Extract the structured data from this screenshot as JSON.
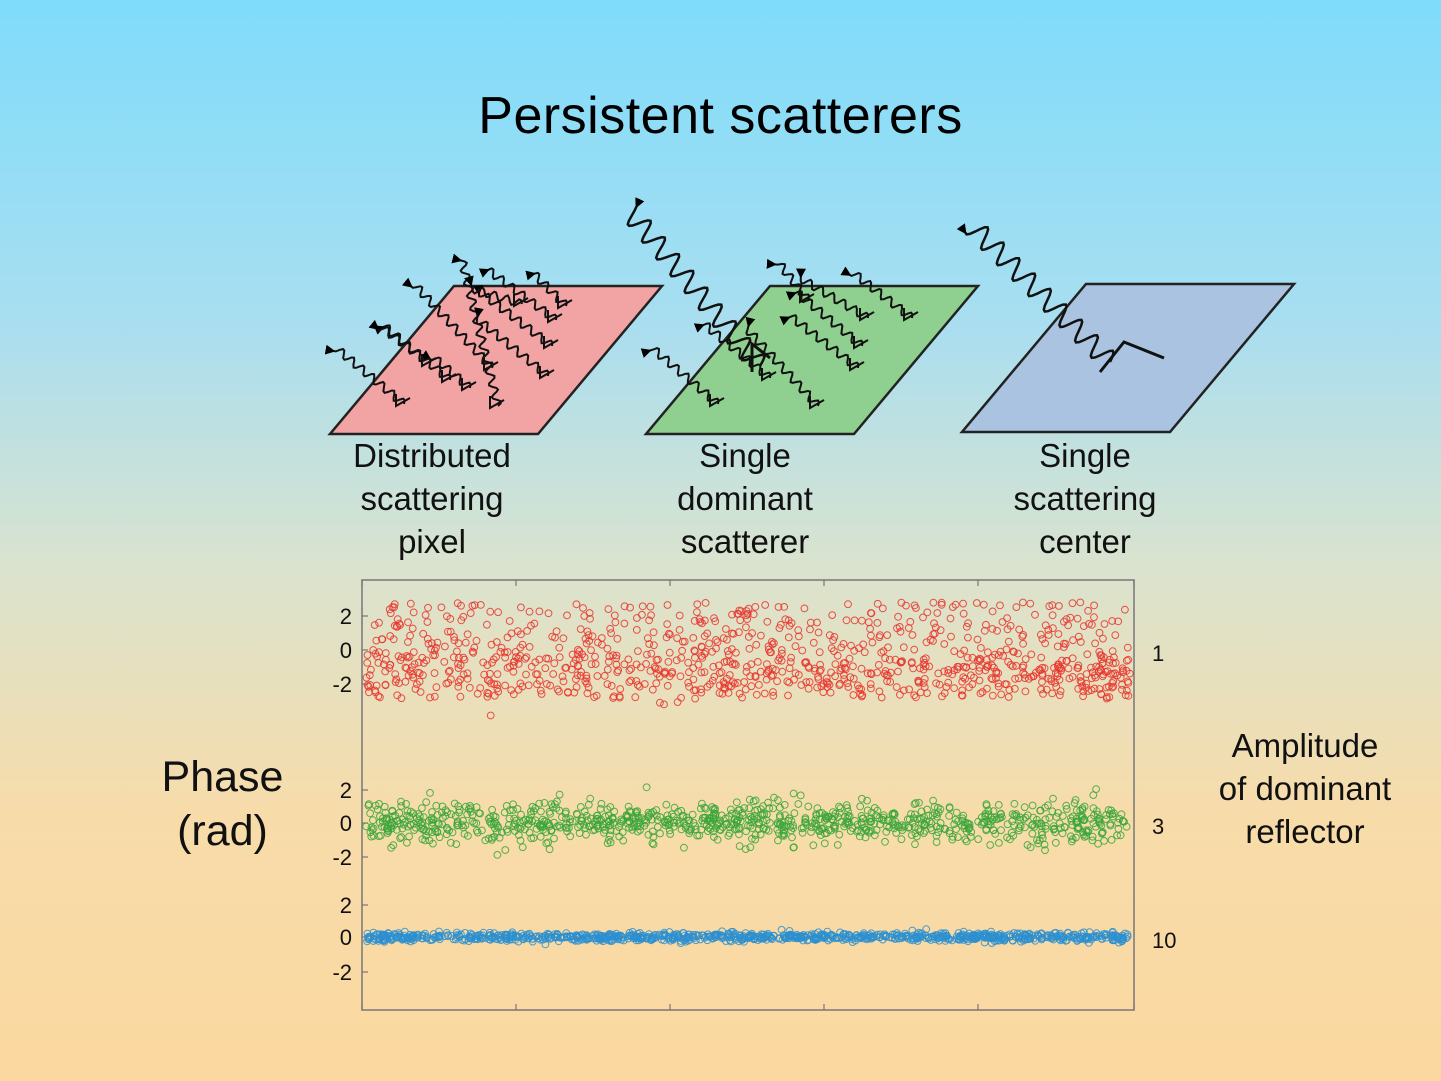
{
  "title": "Persistent scatterers",
  "panels": [
    {
      "name": "distributed",
      "fill": "#f2a3a3",
      "caption": [
        "Distributed",
        "scattering",
        "pixel"
      ]
    },
    {
      "name": "single-dominant",
      "fill": "#8fcf8f",
      "caption": [
        "Single",
        "dominant",
        "scatterer"
      ]
    },
    {
      "name": "single-center",
      "fill": "#a9c3e0",
      "caption": [
        "Single",
        "scattering",
        "center"
      ]
    }
  ],
  "phase_label": [
    "Phase",
    "(rad)"
  ],
  "amplitude_label": [
    "Amplitude",
    "of dominant",
    "reflector"
  ],
  "chart_data": {
    "type": "scatter",
    "ylabel": "Phase (rad)",
    "series": [
      {
        "amplitude": "1",
        "color": "#e8352e",
        "y_ticks": [
          "2",
          "0",
          "-2"
        ],
        "phase_spread": "uniform",
        "y_range": [
          -3.14,
          3.14
        ]
      },
      {
        "amplitude": "3",
        "color": "#3aa63a",
        "y_ticks": [
          "2",
          "0",
          "-2"
        ],
        "phase_spread": "moderate",
        "std": 0.7
      },
      {
        "amplitude": "10",
        "color": "#2b8fd0",
        "y_ticks": [
          "2",
          "0",
          "-2"
        ],
        "phase_spread": "narrow",
        "std": 0.15
      }
    ],
    "points_per_series": 1000,
    "grid": false
  }
}
